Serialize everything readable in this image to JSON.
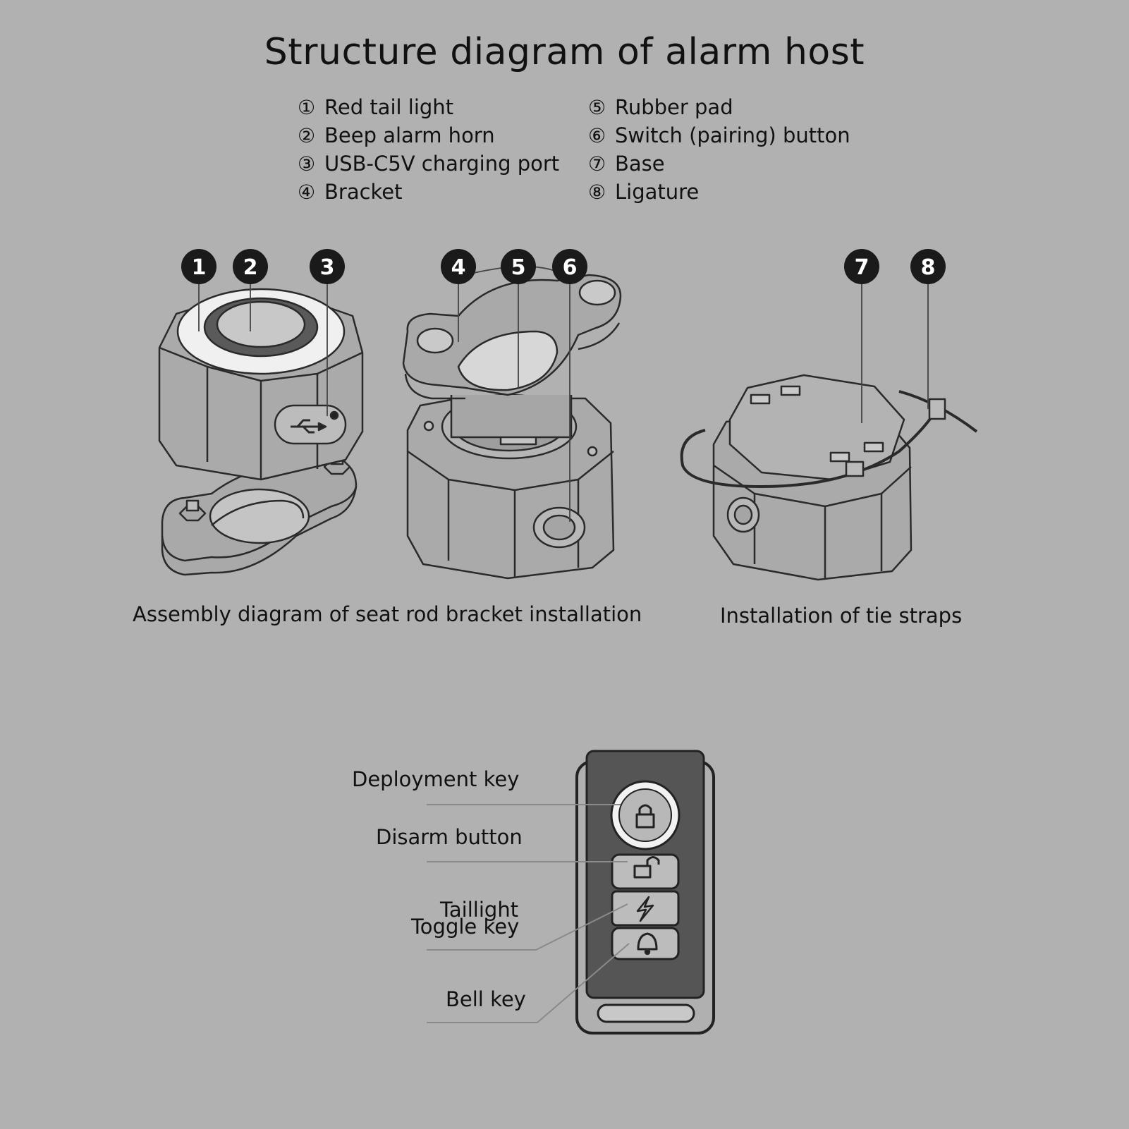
{
  "title": "Structure diagram of alarm host",
  "legend": [
    {
      "num": "①",
      "label": "Red tail light"
    },
    {
      "num": "②",
      "label": "Beep alarm horn"
    },
    {
      "num": "③",
      "label": "USB-C5V charging port"
    },
    {
      "num": "④",
      "label": "Bracket"
    },
    {
      "num": "⑤",
      "label": "Rubber pad"
    },
    {
      "num": "⑥",
      "label": "Switch (pairing) button"
    },
    {
      "num": "⑦",
      "label": "Base"
    },
    {
      "num": "⑧",
      "label": "Ligature"
    }
  ],
  "badges": [
    "1",
    "2",
    "3",
    "4",
    "5",
    "6",
    "7",
    "8"
  ],
  "captions": {
    "left": "Assembly diagram of seat rod bracket installation",
    "right": "Installation of tie straps"
  },
  "remote": {
    "deployment_key": "Deployment key",
    "disarm_button": "Disarm button",
    "taillight_line1": "Taillight",
    "taillight_line2": "Toggle key",
    "bell_key": "Bell key"
  }
}
